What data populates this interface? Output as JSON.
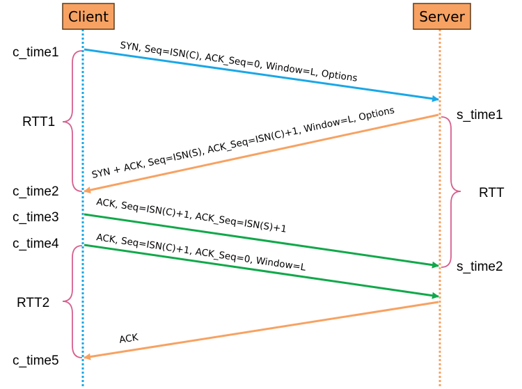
{
  "participants": {
    "client": "Client",
    "server": "Server"
  },
  "client_times": {
    "t1": "c_time1",
    "t2": "c_time2",
    "t3": "c_time3",
    "t4": "c_time4",
    "t5": "c_time5"
  },
  "server_times": {
    "t1": "s_time1",
    "t2": "s_time2"
  },
  "intervals": {
    "rtt1": "RTT1",
    "rtt": "RTT",
    "rtt2": "RTT2"
  },
  "messages": {
    "syn": "SYN, Seq=ISN(C), ACK_Seq=0, Window=L, Options",
    "synack": "SYN + ACK, Seq=ISN(S), ACK_Seq=ISN(C)+1,  Window=L, Options",
    "ack1": "ACK, Seq=ISN(C)+1, ACK_Seq=ISN(S)+1",
    "ack2": "ACK, Seq=ISN(C)+1, ACK_Seq=0, Window=L",
    "ack3": "ACK"
  },
  "colors": {
    "client": "#1aa7e6",
    "server": "#f7a262",
    "green": "#11a84a",
    "brace": "#d65f8e",
    "box_fill": "#f7a262",
    "box_border": "#5a3a1a"
  }
}
